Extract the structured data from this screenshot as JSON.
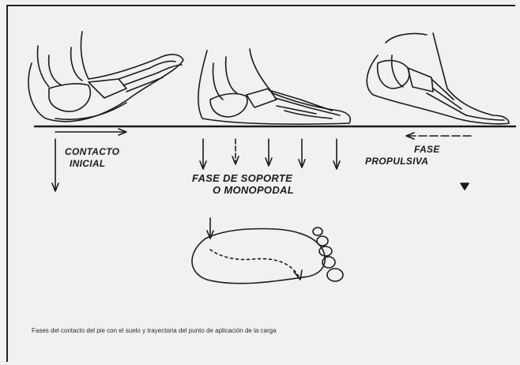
{
  "labels": {
    "contact_line1": "CONTACTO",
    "contact_line2": "INICIAL",
    "support_line1": "FASE DE SOPORTE",
    "support_line2": "O MONOPODAL",
    "propulsive_line1": "FASE",
    "propulsive_line2": "PROPULSIVA"
  },
  "caption": "Fases del contacto del pie con el suelo y trayectoria del punto de aplicación de la carga",
  "colors": {
    "ink": "#1b1b1b",
    "paper": "#f2f1ef"
  }
}
